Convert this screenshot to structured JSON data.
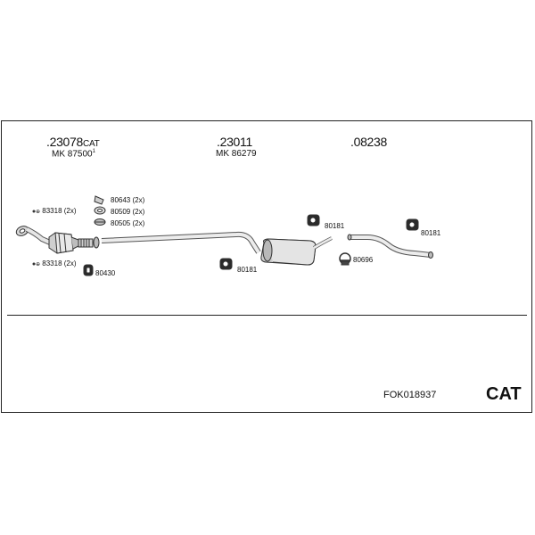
{
  "assembly": {
    "code": "FOK018937",
    "badge": "CAT"
  },
  "parts_top": [
    {
      "number": ".23078",
      "suffix": "CAT",
      "mk": "MK 87500",
      "mk_sup": "1"
    },
    {
      "number": ".23011",
      "suffix": "",
      "mk": "MK 86279",
      "mk_sup": ""
    },
    {
      "number": ".08238",
      "suffix": "",
      "mk": "",
      "mk_sup": ""
    }
  ],
  "fittings": [
    {
      "label": "83318 (2x)",
      "prefix": "⊕"
    },
    {
      "label": "83318 (2x)",
      "prefix": "⊕"
    },
    {
      "label": "80643 (2x)",
      "prefix": ""
    },
    {
      "label": "80509 (2x)",
      "prefix": ""
    },
    {
      "label": "80505 (2x)",
      "prefix": ""
    },
    {
      "label": "80430",
      "prefix": ""
    },
    {
      "label": "80181",
      "prefix": ""
    },
    {
      "label": "80181",
      "prefix": ""
    },
    {
      "label": "80181",
      "prefix": ""
    },
    {
      "label": "80696",
      "prefix": ""
    }
  ]
}
